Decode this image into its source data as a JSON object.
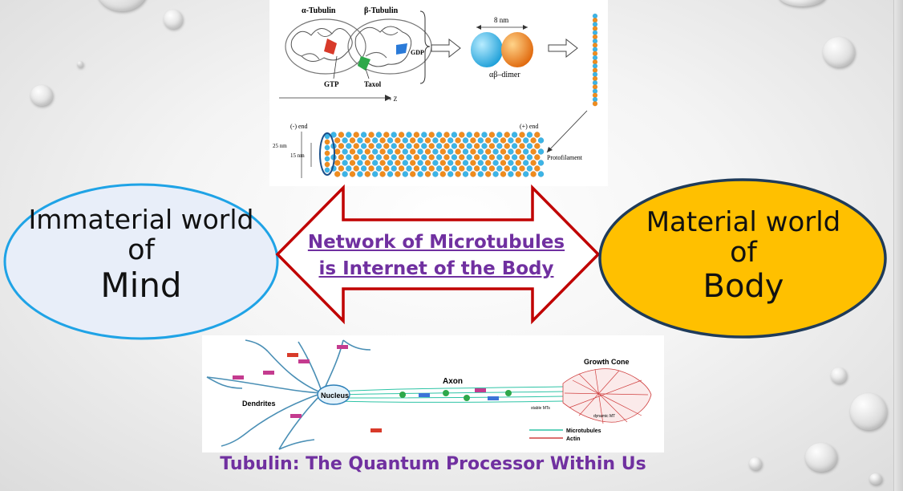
{
  "slide": {
    "caption": "Tubulin: The Quantum Processor Within Us"
  },
  "left_ellipse": {
    "line1": "Immaterial world",
    "line2": "of",
    "line3": "Mind",
    "fill": "#e8eef9",
    "stroke": "#1fa3e6"
  },
  "right_ellipse": {
    "line1": "Material world",
    "line2": "of",
    "line3": "Body",
    "fill": "#ffc000",
    "stroke": "#1f3b5a"
  },
  "arrow": {
    "line1": "Network of Microtubules",
    "line2": "is Internet of the Body",
    "stroke": "#c00000"
  },
  "tubulin_figure": {
    "alpha_label": "α-Tubulin",
    "beta_label": "β-Tubulin",
    "gtp_label": "GTP",
    "taxol_label": "Taxol",
    "gdp_label": "GDP",
    "dimension_label": "8 nm",
    "dimer_label": "αβ–dimer",
    "axis_label": "+ Z",
    "minus_end": "(-) end",
    "plus_end": "(+) end",
    "outer_diameter": "25 nm",
    "inner_diameter": "15 nm",
    "protofilament_label": "Protofilament",
    "alpha_color": "#3cb4e6",
    "beta_color": "#f08c1e"
  },
  "neuron_figure": {
    "nucleus_label": "Nucleus",
    "dendrites_label": "Dendrites",
    "axon_label": "Axon",
    "growth_cone_label": "Growth Cone",
    "stable_label": "stable MTs",
    "dynamic_label": "dynamic MT",
    "legend_microtubules": "Microtubules",
    "legend_actin": "Actin",
    "microtubule_color": "#2ec4a6",
    "actin_color": "#d04040"
  }
}
